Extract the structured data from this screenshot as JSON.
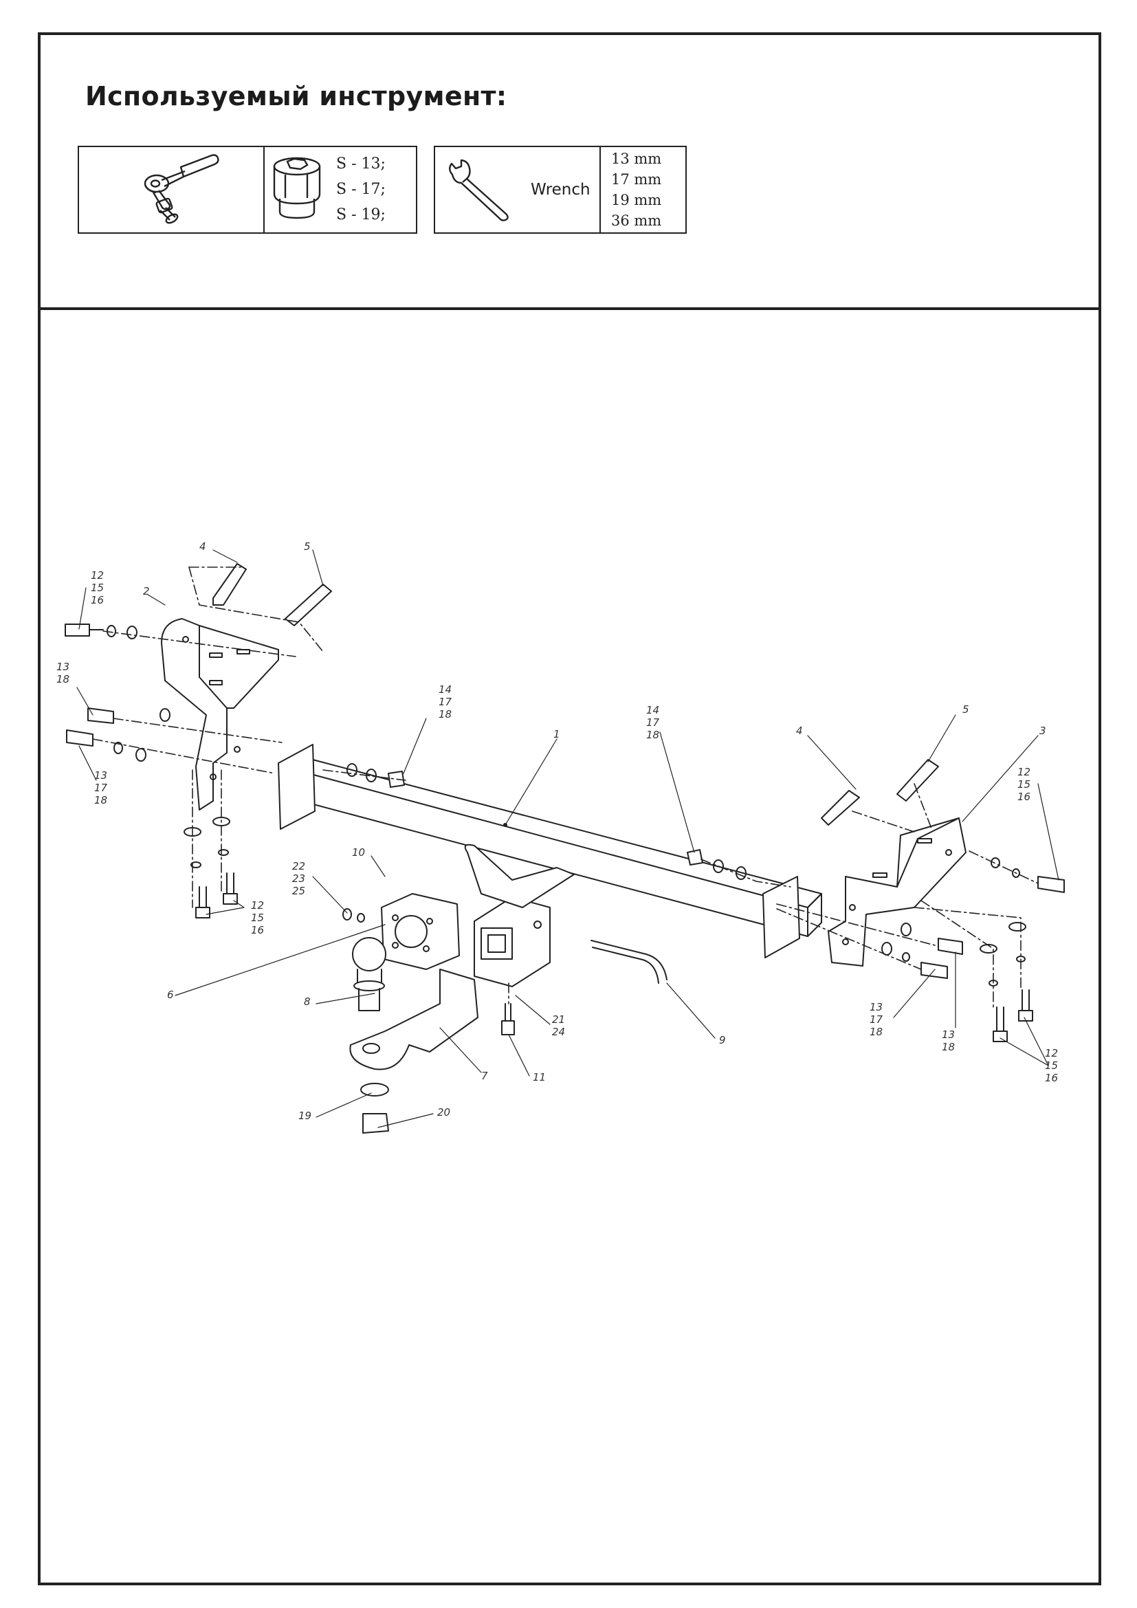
{
  "title": "Используемый инструмент:",
  "tools": {
    "ratchet_icon": "ratchet-wrench-icon",
    "socket_icon": "socket-head-icon",
    "socket_sizes": [
      "S - 13;",
      "S - 17;",
      "S - 19;"
    ],
    "wrench_icon": "open-end-wrench-icon",
    "wrench_label": "Wrench",
    "wrench_sizes": [
      "13 mm",
      "17 mm",
      "19 mm",
      "36 mm"
    ]
  },
  "callouts": {
    "c1": "1",
    "c2": "2",
    "c3": "3",
    "c4a": "4",
    "c4b": "4",
    "c5a": "5",
    "c5b": "5",
    "c6": "6",
    "c7": "7",
    "c8": "8",
    "c9": "9",
    "c10": "10",
    "c11": "11",
    "c12a": [
      "12",
      "15",
      "16"
    ],
    "c12b": [
      "12",
      "15",
      "16"
    ],
    "c12c": [
      "12",
      "15",
      "16"
    ],
    "c12d": [
      "12",
      "15",
      "16"
    ],
    "c13a": [
      "13",
      "18"
    ],
    "c13b": [
      "13",
      "17",
      "18"
    ],
    "c13c": [
      "13",
      "17",
      "18"
    ],
    "c13d": [
      "13",
      "18"
    ],
    "c14a": [
      "14",
      "17",
      "18"
    ],
    "c14b": [
      "14",
      "17",
      "18"
    ],
    "c19": "19",
    "c20": "20",
    "c21": [
      "21",
      "24"
    ],
    "c22": [
      "22",
      "23",
      "25"
    ]
  }
}
